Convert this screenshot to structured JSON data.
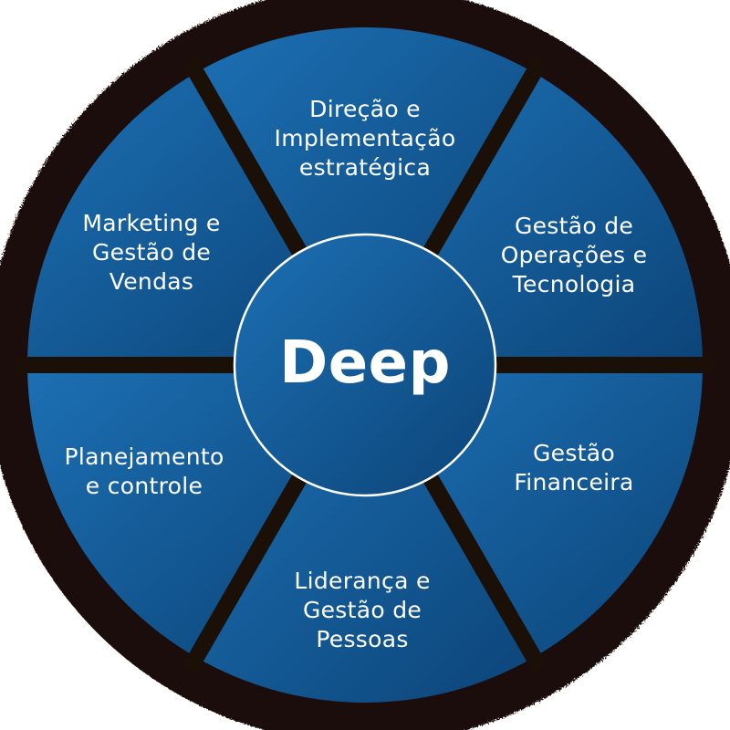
{
  "diagram": {
    "type": "circular-segmented-wheel",
    "center_label": "Deep",
    "segments": [
      {
        "position": "top",
        "lines": [
          "Direção e",
          "Implementação",
          "estratégica"
        ]
      },
      {
        "position": "top-right",
        "lines": [
          "Gestão de",
          "Operações e",
          "Tecnologia"
        ]
      },
      {
        "position": "bottom-right",
        "lines": [
          "Gestão",
          "Financeira"
        ]
      },
      {
        "position": "bottom",
        "lines": [
          "Liderança e",
          "Gestão de",
          "Pessoas"
        ]
      },
      {
        "position": "bottom-left",
        "lines": [
          "Planejamento",
          "e controle"
        ]
      },
      {
        "position": "top-left",
        "lines": [
          "Marketing e",
          "Gestão de",
          "Vendas"
        ]
      }
    ],
    "colors": {
      "outer_ring": "#1B1008",
      "divider": "#1B1008",
      "segment_gradient_light": "#1C70B4",
      "segment_gradient_dark": "#0C4478",
      "label_text": "#FFFFFF",
      "center_circle_border": "#FFFFFF",
      "background": "#FFFFFF"
    }
  }
}
